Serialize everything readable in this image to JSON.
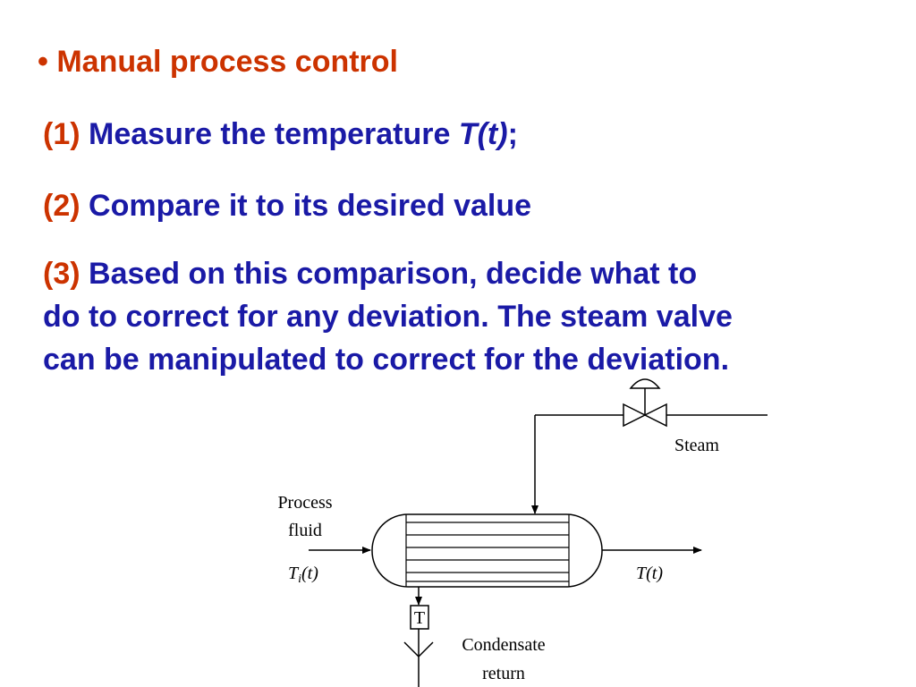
{
  "heading": {
    "bullet": "•",
    "text": "Manual process control"
  },
  "steps": [
    {
      "num": "(1)",
      "text": "Measure the temperature ",
      "italic": "T(t)",
      "tail": ";"
    },
    {
      "num": "(2)",
      "text": "Compare it to its desired value"
    },
    {
      "num": "(3)",
      "lines": [
        "Based on this comparison, decide what to",
        "do to correct for any deviation. The steam valve",
        "can be manipulated to correct for the deviation."
      ]
    }
  ],
  "diagram": {
    "steam_label": "Steam",
    "process_fluid_label": [
      "Process",
      "fluid"
    ],
    "inlet_temp": {
      "base": "T",
      "sub": "i",
      "arg": "(t)"
    },
    "outlet_temp": "T(t)",
    "trap_label": "T",
    "condensate_label": [
      "Condensate",
      "return"
    ]
  }
}
